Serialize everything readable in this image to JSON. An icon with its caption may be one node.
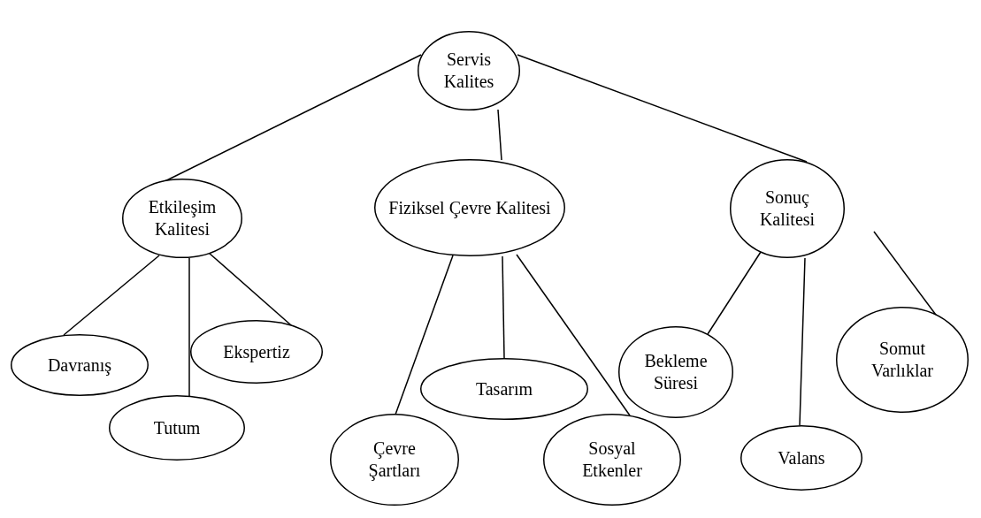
{
  "diagram": {
    "nodes": [
      {
        "text": [
          "Servis Kalites"
        ]
      },
      {
        "text": [
          "Etkileşim Kalitesi"
        ]
      },
      {
        "text": [
          "Fiziksel Çevre Kalitesi"
        ]
      },
      {
        "text": [
          "Sonuç Kalitesi"
        ]
      },
      {
        "text": [
          "Davranış"
        ]
      },
      {
        "text": [
          "Ekspertiz"
        ]
      },
      {
        "text": [
          "Tutum"
        ]
      },
      {
        "text": [
          "Tasarım"
        ]
      },
      {
        "text": [
          "Çevre Şartları"
        ]
      },
      {
        "text": [
          "Sosyal Etkenler"
        ]
      },
      {
        "text": [
          "Bekleme Süresi"
        ]
      },
      {
        "text": [
          "Somut Varlıklar"
        ]
      },
      {
        "text": [
          "Valans"
        ]
      }
    ],
    "edges": [
      {
        "from": 0,
        "to": 1,
        "arrow": "none"
      },
      {
        "from": 0,
        "to": 2,
        "arrow": "none"
      },
      {
        "from": 0,
        "to": 3,
        "arrow": "none"
      },
      {
        "from": 1,
        "to": 4,
        "arrow": "none"
      },
      {
        "from": 1,
        "to": 5,
        "arrow": "none"
      },
      {
        "from": 1,
        "to": 6,
        "arrow": "none"
      },
      {
        "from": 2,
        "to": 7,
        "arrow": "none"
      },
      {
        "from": 2,
        "to": 8,
        "arrow": "none"
      },
      {
        "from": 2,
        "to": 9,
        "arrow": "none"
      },
      {
        "from": 3,
        "to": 10,
        "arrow": "none"
      },
      {
        "from": 3,
        "to": 11,
        "arrow": "none"
      },
      {
        "from": 3,
        "to": 12,
        "arrow": "none"
      }
    ]
  }
}
